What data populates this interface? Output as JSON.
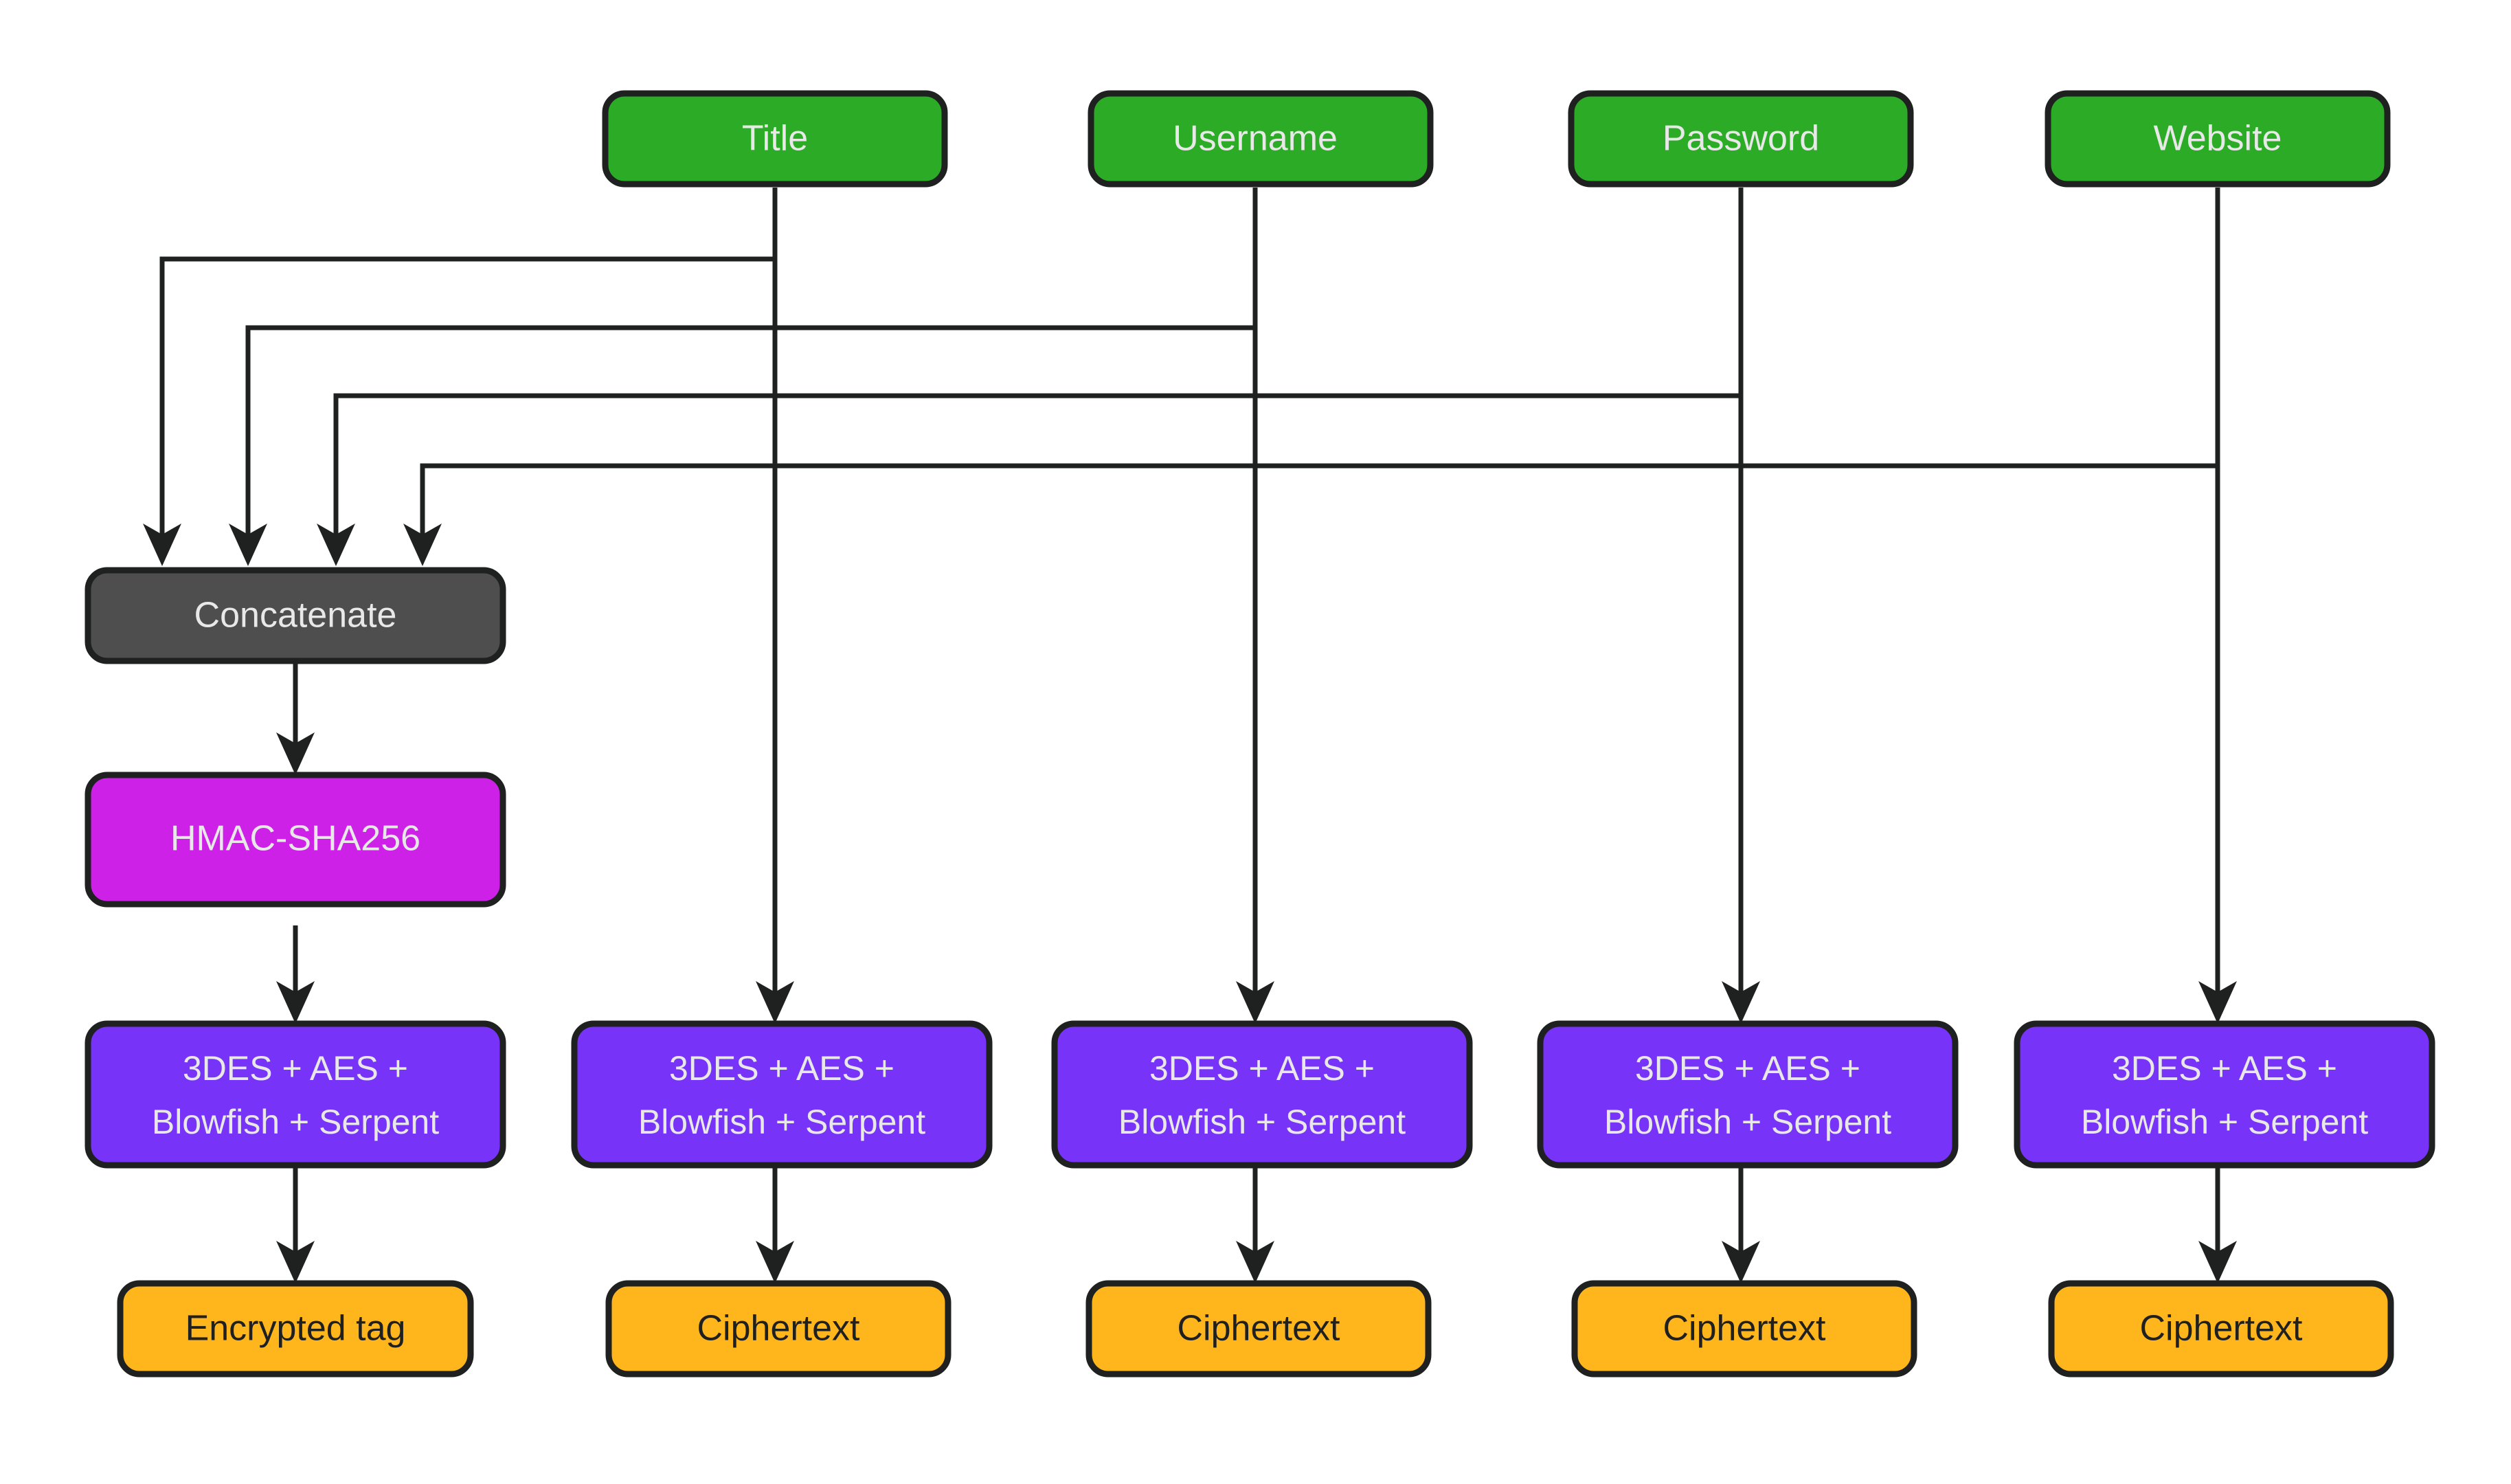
{
  "diagram": {
    "type": "flowchart",
    "orientation": "top-down",
    "background_color": "#ffffff",
    "edge_color": "#1f2020",
    "palette": {
      "input_field": "#2cab26",
      "concatenate": "#4e4e4e",
      "hmac": "#cd21e8",
      "cipher_chain": "#7733f7",
      "output": "#ffb51c",
      "border": "#1f2020",
      "light_text": "#e8e8e8",
      "dark_text": "#1f2020"
    },
    "nodes": {
      "inputs": [
        {
          "id": "title",
          "label": "Title"
        },
        {
          "id": "username",
          "label": "Username"
        },
        {
          "id": "password",
          "label": "Password"
        },
        {
          "id": "website",
          "label": "Website"
        }
      ],
      "concatenate": {
        "id": "concatenate",
        "label": "Concatenate"
      },
      "hmac": {
        "id": "hmac",
        "label": "HMAC-SHA256"
      },
      "cipher_chain_label_line1": "3DES + AES +",
      "cipher_chain_label_line2": "Blowfish + Serpent",
      "cipher_chains": [
        {
          "id": "cipher-tag",
          "line1": "3DES + AES +",
          "line2": "Blowfish + Serpent"
        },
        {
          "id": "cipher-title",
          "line1": "3DES + AES +",
          "line2": "Blowfish + Serpent"
        },
        {
          "id": "cipher-username",
          "line1": "3DES + AES +",
          "line2": "Blowfish + Serpent"
        },
        {
          "id": "cipher-password",
          "line1": "3DES + AES +",
          "line2": "Blowfish + Serpent"
        },
        {
          "id": "cipher-website",
          "line1": "3DES + AES +",
          "line2": "Blowfish + Serpent"
        }
      ],
      "outputs": [
        {
          "id": "encrypted-tag",
          "label": "Encrypted tag"
        },
        {
          "id": "ciphertext-title",
          "label": "Ciphertext"
        },
        {
          "id": "ciphertext-username",
          "label": "Ciphertext"
        },
        {
          "id": "ciphertext-password",
          "label": "Ciphertext"
        },
        {
          "id": "ciphertext-website",
          "label": "Ciphertext"
        }
      ]
    },
    "edges": [
      {
        "from": "title",
        "to": "concatenate"
      },
      {
        "from": "username",
        "to": "concatenate"
      },
      {
        "from": "password",
        "to": "concatenate"
      },
      {
        "from": "website",
        "to": "concatenate"
      },
      {
        "from": "concatenate",
        "to": "hmac"
      },
      {
        "from": "hmac",
        "to": "cipher-tag"
      },
      {
        "from": "cipher-tag",
        "to": "encrypted-tag"
      },
      {
        "from": "title",
        "to": "cipher-title"
      },
      {
        "from": "username",
        "to": "cipher-username"
      },
      {
        "from": "password",
        "to": "cipher-password"
      },
      {
        "from": "website",
        "to": "cipher-website"
      },
      {
        "from": "cipher-title",
        "to": "ciphertext-title"
      },
      {
        "from": "cipher-username",
        "to": "ciphertext-username"
      },
      {
        "from": "cipher-password",
        "to": "ciphertext-password"
      },
      {
        "from": "cipher-website",
        "to": "ciphertext-website"
      }
    ]
  }
}
